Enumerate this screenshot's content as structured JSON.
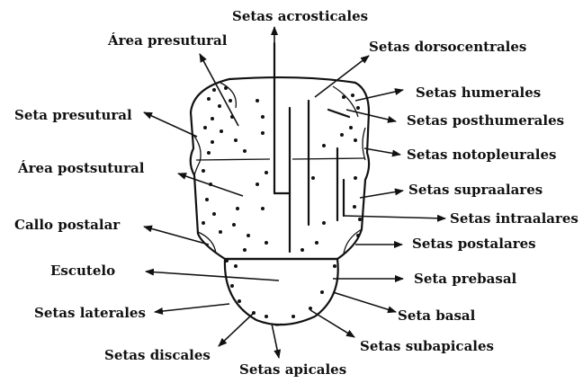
{
  "labels": {
    "acrosticales": "Setas acrosticales",
    "area_presutural": "Área presutural",
    "dorsocentrales": "Setas dorsocentrales",
    "humerales": "Setas humerales",
    "seta_presutural": "Seta presutural",
    "posthumerales": "Setas posthumerales",
    "notopleurales": "Setas notopleurales",
    "area_postsutural": "Área postsutural",
    "supraalares": "Setas supraalares",
    "intraalares": "Setas intraalares",
    "callo_postalar": "Callo postalar",
    "postalares": "Setas postalares",
    "escutelo": "Escutelo",
    "seta_prebasal": "Seta prebasal",
    "setas_laterales": "Setas laterales",
    "seta_basal": "Seta basal",
    "subapicales": "Setas subapicales",
    "discales": "Setas discales",
    "apicales": "Setas apicales"
  }
}
